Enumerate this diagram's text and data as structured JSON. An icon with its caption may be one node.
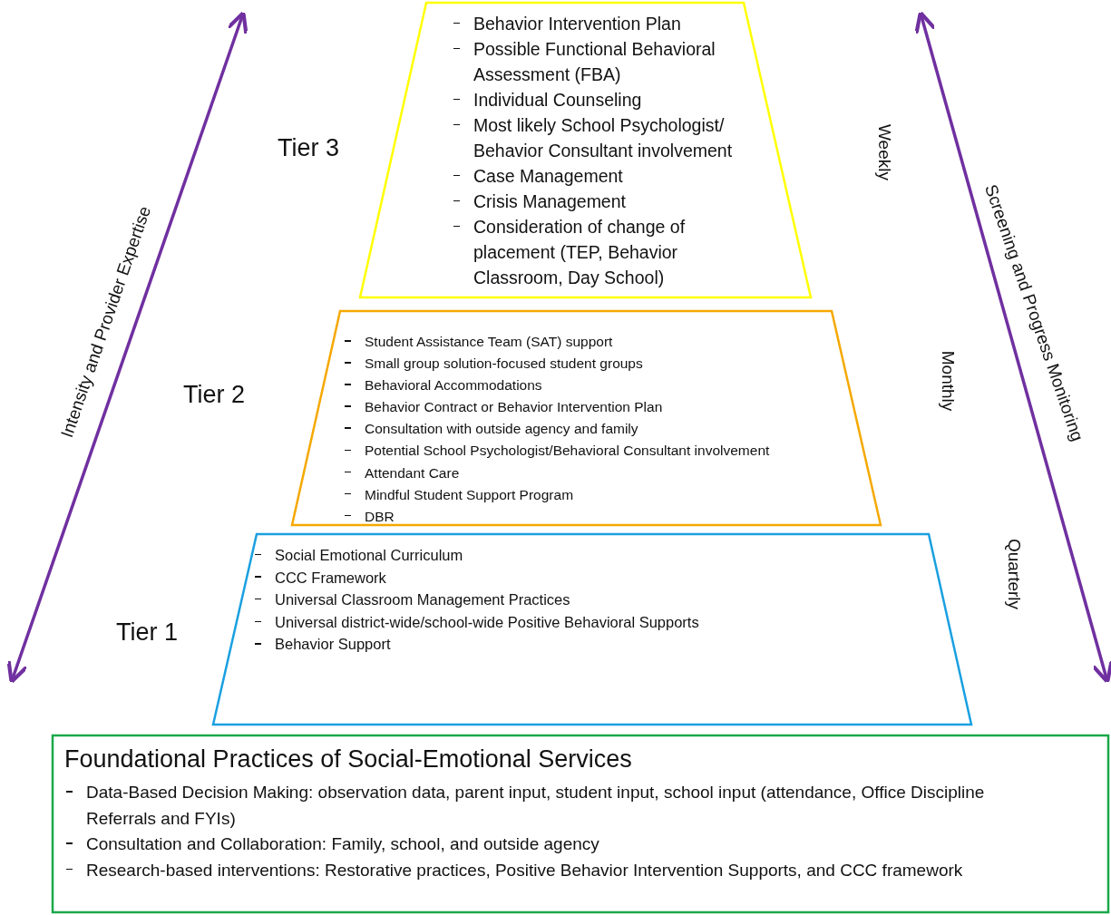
{
  "diagram": {
    "nodes": [
      {
        "text": [
          "Behavior Intervention Plan",
          "Possible Functional Behavioral Assessment (FBA)",
          "Individual Counseling",
          "Most likely School Psychologist/ Behavior Consultant involvement",
          "Case Management",
          "Crisis Management",
          "Consideration of change of placement (TEP, Behavior Classroom, Day School)"
        ],
        "beside": [
          "Tier 3",
          "Weekly"
        ]
      },
      {
        "text": [
          "Student Assistance Team (SAT) support",
          "Small group solution-focused student groups",
          "Behavioral Accommodations",
          "Behavior Contract or Behavior Intervention Plan",
          "Consultation with outside agency and family",
          "Potential School Psychologist/Behavioral Consultant involvement",
          "Attendant Care",
          "Mindful Student Support Program",
          "DBR"
        ],
        "beside": [
          "Tier 2",
          "Monthly"
        ]
      },
      {
        "text": [
          "Social Emotional Curriculum",
          "CCC Framework",
          "Universal Classroom Management Practices",
          "Universal district-wide/school-wide Positive Behavioral Supports",
          "Behavior Support"
        ],
        "beside": [
          "Tier 1",
          "Quarterly"
        ]
      },
      {
        "text": [
          "Foundational Practices of Social-Emotional Services",
          "Data-Based Decision Making: observation data, parent input, student input, school input (attendance, Office Discipline Referrals and FYIs)",
          "Consultation and Collaboration: Family, school, and outside agency",
          "Research-based interventions: Restorative practices, Positive Behavior Intervention Supports, and CCC framework"
        ]
      }
    ],
    "labels": [
      "Intensity and Provider Expertise",
      "Screening and Progress Monitoring"
    ]
  }
}
